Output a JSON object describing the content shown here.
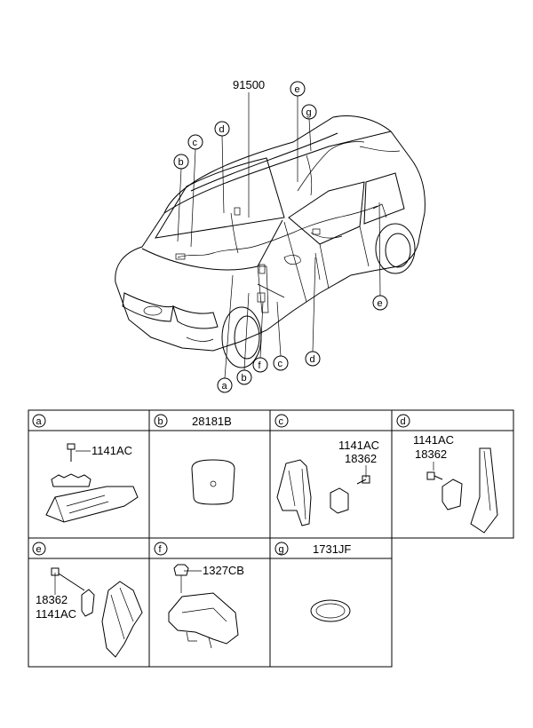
{
  "main_part_number": "91500",
  "callouts": {
    "a": "a",
    "b": "b",
    "c": "c",
    "d": "d",
    "e": "e",
    "f": "f",
    "g": "g"
  },
  "cells": [
    {
      "letter": "a",
      "header": "",
      "parts": [
        "1141AC"
      ]
    },
    {
      "letter": "b",
      "header": "28181B",
      "parts": []
    },
    {
      "letter": "c",
      "header": "",
      "parts": [
        "1141AC",
        "18362"
      ]
    },
    {
      "letter": "d",
      "header": "",
      "parts": [
        "1141AC",
        "18362"
      ]
    },
    {
      "letter": "e",
      "header": "",
      "parts": [
        "18362",
        "1141AC"
      ]
    },
    {
      "letter": "f",
      "header": "",
      "parts": [
        "1327CB"
      ]
    },
    {
      "letter": "g",
      "header": "1731JF",
      "parts": []
    }
  ]
}
